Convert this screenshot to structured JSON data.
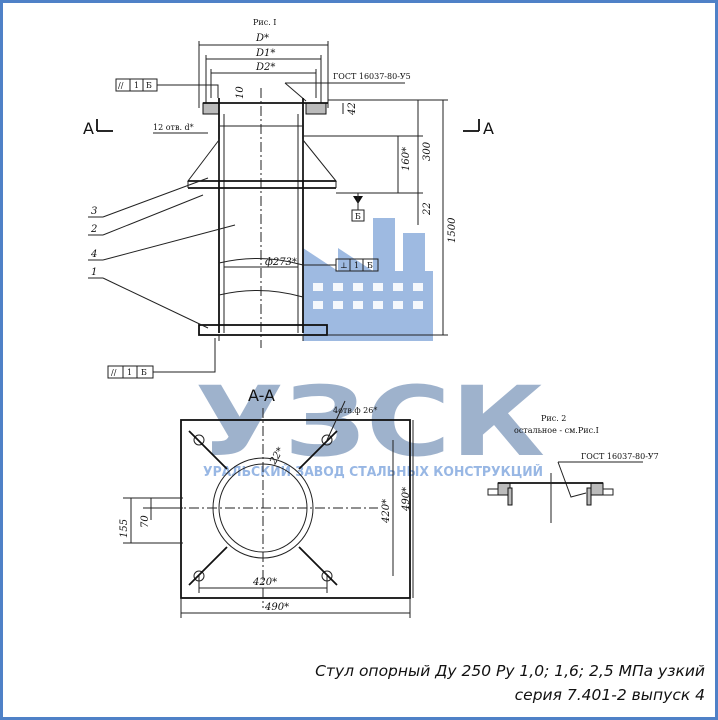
{
  "drawing": {
    "fig1_title": "Рис. I",
    "dim_D": "D*",
    "dim_D1": "D1*",
    "dim_D2": "D2*",
    "gost_fig1": "ГОСТ 16037-80-У5",
    "holes_label": "12 отв. d*",
    "dim_10": "10",
    "dim_42": "42",
    "dim_160": "160*",
    "dim_300": "300",
    "dim_22": "22",
    "dim_1500": "1500",
    "pipe_dia": "ф273*",
    "datum_B": "Б",
    "tol_parallel": [
      "//",
      "1",
      "Б"
    ],
    "tol_perp": [
      "⊥",
      "1",
      "Б"
    ],
    "tol_parallel_bottom": [
      "//",
      "1",
      "Б"
    ],
    "section_left": "A",
    "section_right": "A",
    "callouts": [
      "3",
      "2",
      "4",
      "1"
    ],
    "section_title": "A-A",
    "holes_plan": "4отв.ф 26*",
    "angle": "22*",
    "dim_155": "155",
    "dim_70": "70",
    "dim_420_v": "420*",
    "dim_490_v": "490*",
    "dim_420_h": "420*",
    "dim_490_h": "490*",
    "fig2_title": "Рис. 2",
    "fig2_note": "остальное - см.Рис.I",
    "gost_fig2": "ГОСТ 16037-80-У7"
  },
  "watermark": {
    "logo_text": "УЗСК",
    "subtitle": "УРАЛЬСКИЙ ЗАВОД СТАЛЬНЫХ КОНСТРУКЦИЙ"
  },
  "caption": {
    "line1": "Стул опорный Ду 250 Ру 1,0; 1,6; 2,5 МПа узкий",
    "line2": "серия 7.401-2 выпуск 4"
  }
}
